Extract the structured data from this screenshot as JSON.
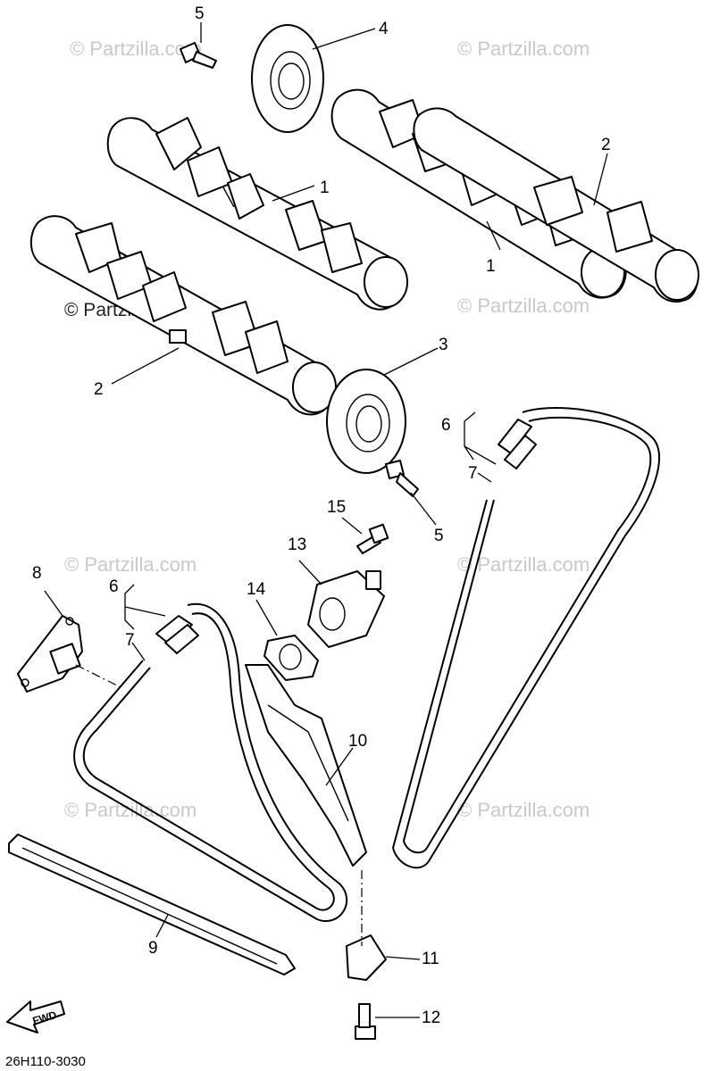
{
  "diagram": {
    "reference_code": "26H110-3030",
    "fwd_label": "FWD",
    "watermarks": {
      "light": "© Partzilla.com",
      "dark": "© Partzilla.com"
    },
    "callouts": [
      {
        "id": "c1a",
        "label": "1"
      },
      {
        "id": "c1b",
        "label": "1"
      },
      {
        "id": "c2a",
        "label": "2"
      },
      {
        "id": "c2b",
        "label": "2"
      },
      {
        "id": "c3",
        "label": "3"
      },
      {
        "id": "c4",
        "label": "4"
      },
      {
        "id": "c5a",
        "label": "5"
      },
      {
        "id": "c5b",
        "label": "5"
      },
      {
        "id": "c6a",
        "label": "6"
      },
      {
        "id": "c6b",
        "label": "6"
      },
      {
        "id": "c7a",
        "label": "7"
      },
      {
        "id": "c7b",
        "label": "7"
      },
      {
        "id": "c8",
        "label": "8"
      },
      {
        "id": "c9",
        "label": "9"
      },
      {
        "id": "c10",
        "label": "10"
      },
      {
        "id": "c11",
        "label": "11"
      },
      {
        "id": "c12",
        "label": "12"
      },
      {
        "id": "c13",
        "label": "13"
      },
      {
        "id": "c14",
        "label": "14"
      },
      {
        "id": "c15",
        "label": "15"
      }
    ]
  }
}
